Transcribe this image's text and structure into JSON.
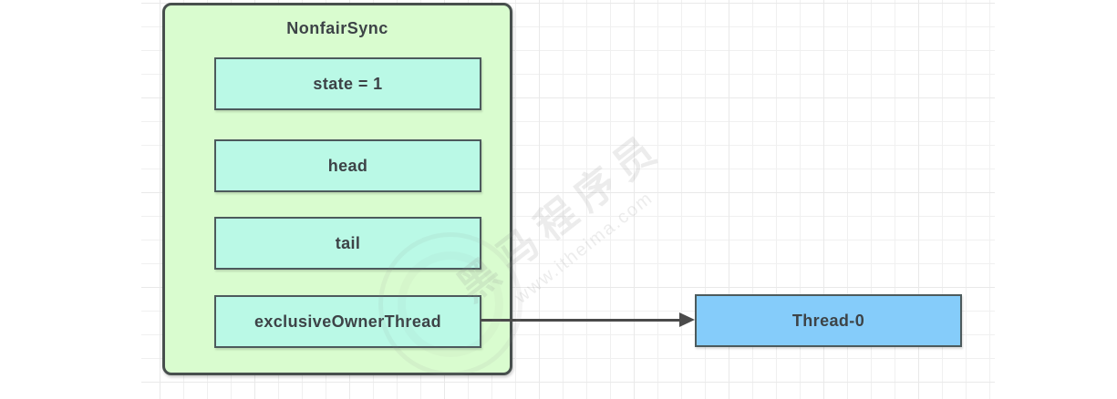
{
  "diagram": {
    "class_box": {
      "title": "NonfairSync",
      "fields": [
        {
          "label": "state = 1"
        },
        {
          "label": "head"
        },
        {
          "label": "tail"
        },
        {
          "label": "exclusiveOwnerThread"
        }
      ]
    },
    "thread_box": {
      "label": "Thread-0"
    }
  },
  "watermark": {
    "line1": "黑马程序员",
    "line2": "www.itheima.com"
  },
  "theme": {
    "class_fill": "#d9fccf",
    "field_fill": "#baf9e6",
    "thread_fill": "#85ccfa",
    "node_border": "#474f4d",
    "field_border": "#4c5a5c",
    "arrow_color": "#4a4a4a",
    "text_color": "#3d4347",
    "grid_line": "#f0f0f0",
    "grid_line_major": "#e9e9e9",
    "watermark_color": "#8f8f8f"
  }
}
